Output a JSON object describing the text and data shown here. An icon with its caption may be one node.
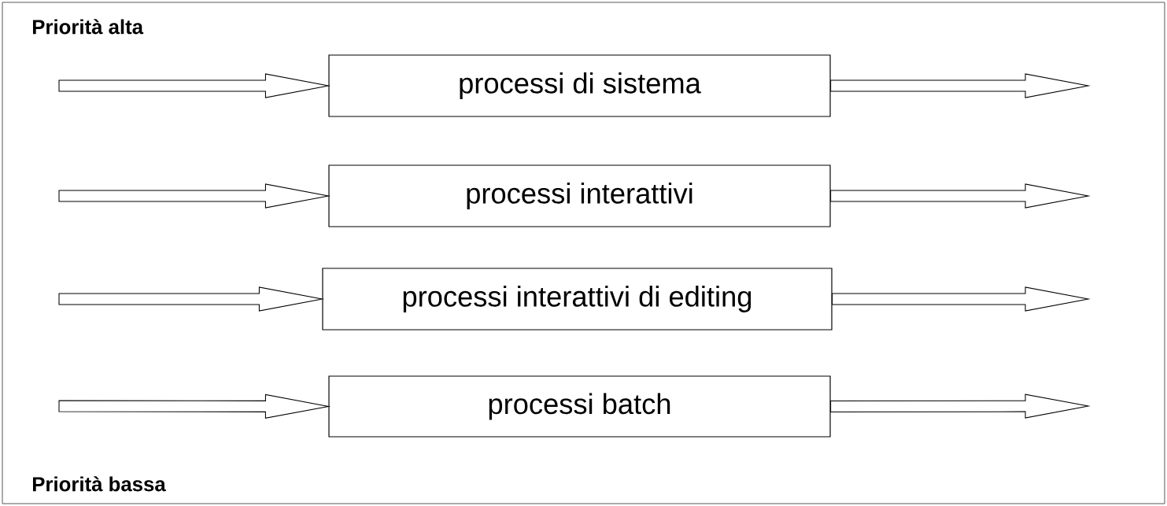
{
  "diagram": {
    "nodes": [
      {
        "text": [
          "processi di sistema"
        ]
      },
      {
        "text": [
          "processi interattivi"
        ]
      },
      {
        "text": [
          "processi interattivi di editing"
        ]
      },
      {
        "text": [
          "processi batch"
        ]
      }
    ],
    "edges": [
      {
        "from": null,
        "to": 0,
        "arrow": "to"
      },
      {
        "from": 0,
        "to": null,
        "arrow": "to"
      },
      {
        "from": null,
        "to": 1,
        "arrow": "to"
      },
      {
        "from": 1,
        "to": null,
        "arrow": "to"
      },
      {
        "from": null,
        "to": 2,
        "arrow": "to"
      },
      {
        "from": 2,
        "to": null,
        "arrow": "to"
      },
      {
        "from": null,
        "to": 3,
        "arrow": "to"
      },
      {
        "from": 3,
        "to": null,
        "arrow": "to"
      }
    ],
    "labels": [
      "Priorità alta",
      "Priorità bassa"
    ]
  }
}
